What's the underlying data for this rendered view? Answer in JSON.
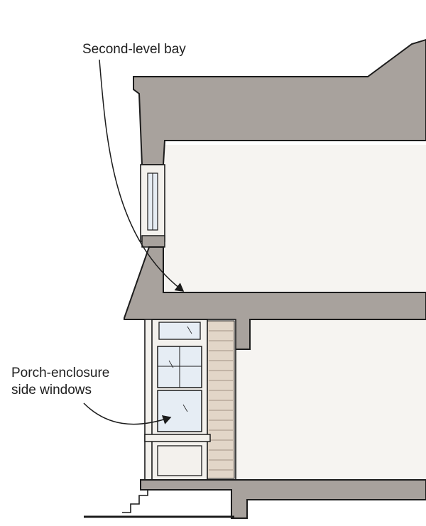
{
  "labels": {
    "second_level_bay": "Second-level bay",
    "porch_enclosure_line1": "Porch-enclosure",
    "porch_enclosure_line2": "side windows"
  },
  "colors": {
    "section_fill": "#a8a29d",
    "wall_fill": "#f3f1ed",
    "line": "#1c1c1c",
    "window_glass": "#e6edf4",
    "siding_shade": "#e2d6c8"
  }
}
